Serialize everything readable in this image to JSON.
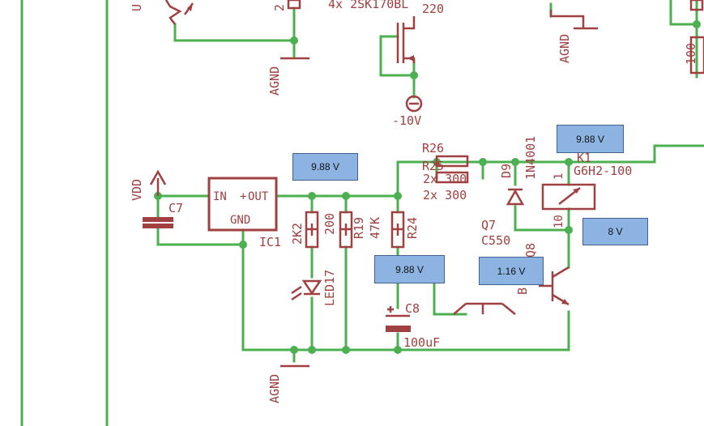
{
  "colors": {
    "wire": "#4caf50",
    "part": "#a04040",
    "callout_fill": "#8db3e2",
    "callout_border": "#41628f"
  },
  "labels": {
    "u_top": "U",
    "two_top": "2",
    "agnd_top1": "AGND",
    "q_top": "4x 2SK170BL",
    "r220": "220",
    "neg10": "-10V",
    "agnd_top2": "AGND",
    "hundred": "100",
    "vdd": "VDD",
    "c7": "C7",
    "ic_in": "IN",
    "ic_plus": "+",
    "ic_out": "OUT",
    "ic_gnd": "GND",
    "ic1": "IC1",
    "r2k2": "2K2",
    "r200": "200",
    "r19": "R19",
    "r47k": "47K",
    "r24": "R24",
    "r26": "R26",
    "r25": "R25",
    "r2x300": "2x 300",
    "r2x300b": "2x 300",
    "d9": "D9",
    "d1n4001": "1N4001",
    "k1": "K1",
    "g6h2": "G6H2-100",
    "pin1": "1",
    "pin10": "10",
    "q7": "Q7",
    "c550": "C550",
    "q8": "Q8",
    "led17": "LED17",
    "c8": "C8",
    "c100uf": "100uF",
    "b_pin": "B",
    "agnd_bottom": "AGND"
  },
  "callouts": [
    {
      "id": "v1",
      "text": "9.88 V"
    },
    {
      "id": "v2",
      "text": "9.88 V"
    },
    {
      "id": "v3",
      "text": "9.88 V"
    },
    {
      "id": "v4",
      "text": "1.16 V"
    },
    {
      "id": "v5",
      "text": "8 V"
    }
  ]
}
